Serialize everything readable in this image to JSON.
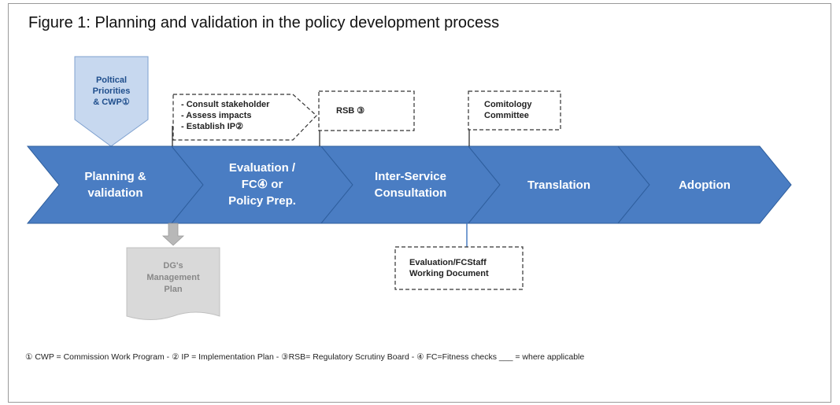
{
  "figure": {
    "title": "Figure 1: Planning and validation in the policy development process"
  },
  "stages": [
    {
      "lines": [
        "Planning &",
        "validation"
      ]
    },
    {
      "lines": [
        "Evaluation /",
        "FC④ or",
        "Policy Prep."
      ]
    },
    {
      "lines": [
        "Inter-Service",
        "Consultation"
      ]
    },
    {
      "lines": [
        "Translation"
      ]
    },
    {
      "lines": [
        "Adoption"
      ]
    }
  ],
  "priorities_box": {
    "lines": [
      "Poltical",
      "Priorities",
      "& CWP①"
    ]
  },
  "prep_callout": {
    "lines": [
      "- Consult stakeholder",
      "- Assess impacts",
      "- Establish IP②"
    ]
  },
  "rsb_callout": {
    "text": "RSB ③"
  },
  "comitology_callout": {
    "lines": [
      "Comitology",
      "Committee"
    ]
  },
  "swd_callout": {
    "lines": [
      "Evaluation/FCStaff",
      "Working Document"
    ]
  },
  "dg_plan": {
    "lines": [
      "DG's",
      "Management",
      "Plan"
    ]
  },
  "footnote": "① CWP = Commission Work Program - ② IP = Implementation Plan - ③RSB= Regulatory Scrutiny Board -  ④ FC=Fitness checks ___ = where applicable",
  "colors": {
    "arrow_fill": "#4a7dc3",
    "priority_fill": "#c7d8ef",
    "dg_plan_fill": "#d9d9d9"
  }
}
